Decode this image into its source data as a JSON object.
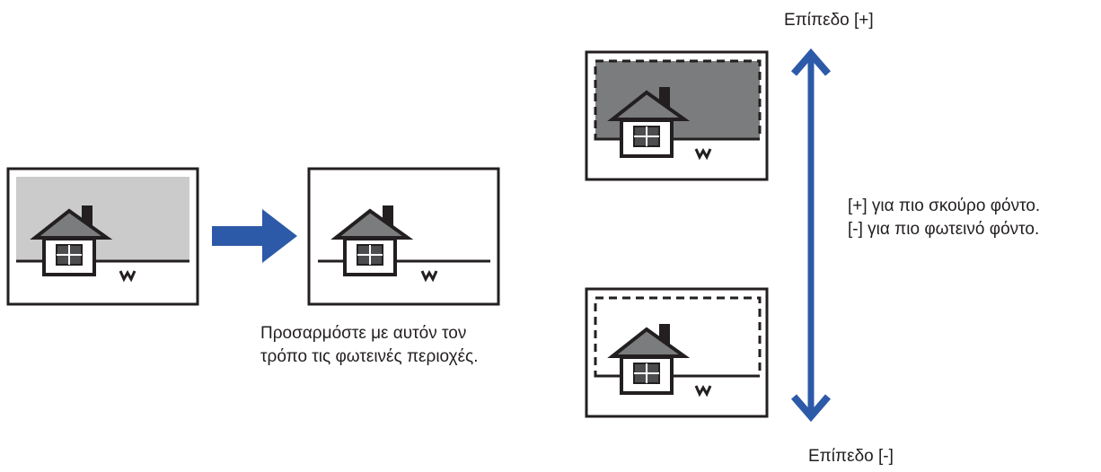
{
  "caption": {
    "line1": "Προσαρμόστε με αυτόν τον",
    "line2": "τρόπο τις φωτεινές περιοχές."
  },
  "levels": {
    "plus": "Επίπεδο [+]",
    "minus": "Επίπεδο [-]"
  },
  "note": {
    "line1": "[+] για πιο σκούρο φόντο.",
    "line2": "[-] για πιο φωτεινό φόντο."
  },
  "colors": {
    "arrow": "#2d5aa8",
    "light_background": "#cbcbcb",
    "dark_background": "#7b7c7e",
    "roof": "#7b7c7e",
    "window": "#4d4d4f",
    "ink": "#231f20"
  }
}
